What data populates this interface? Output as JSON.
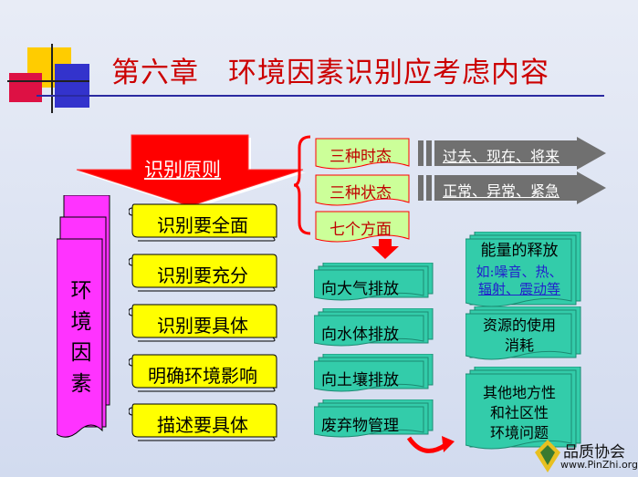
{
  "title": "第六章　环境因素识别应考虑内容",
  "principle": {
    "label": "识别原则"
  },
  "principles": [
    "识别要全面",
    "识别要充分",
    "识别要具体",
    "明确环境影响",
    "描述要具体"
  ],
  "environment_factors": {
    "label": "环境因素",
    "chars": [
      "环",
      "境",
      "因",
      "素"
    ]
  },
  "tags": [
    "三种时态",
    "三种状态",
    "七个方面"
  ],
  "arrows": [
    "过去、现在、将来",
    "正常、异常、紧急"
  ],
  "emissions": [
    "向大气排放",
    "向水体排放",
    "向土壤排放",
    "废弃物管理"
  ],
  "right_boxes": {
    "energy": {
      "title": "能量的释放",
      "detail_1": "如:噪音、热、",
      "detail_2": "辐射、震动等"
    },
    "resource": {
      "line_1": "资源的使用",
      "line_2": "消耗"
    },
    "community": {
      "line_1": "其他地方性",
      "line_2": "和社区性",
      "line_3": "环境问题"
    }
  },
  "watermark": {
    "name": "品质协会",
    "url": "www.PinZhi.org"
  },
  "colors": {
    "title": "#cc0000",
    "scroll_yellow": "#ffff00",
    "magenta": "#ff33ff",
    "tag_green": "#ccff99",
    "teal": "#33ccaa",
    "arrow_gray": "#707070",
    "principle_red": "#ff0000"
  }
}
